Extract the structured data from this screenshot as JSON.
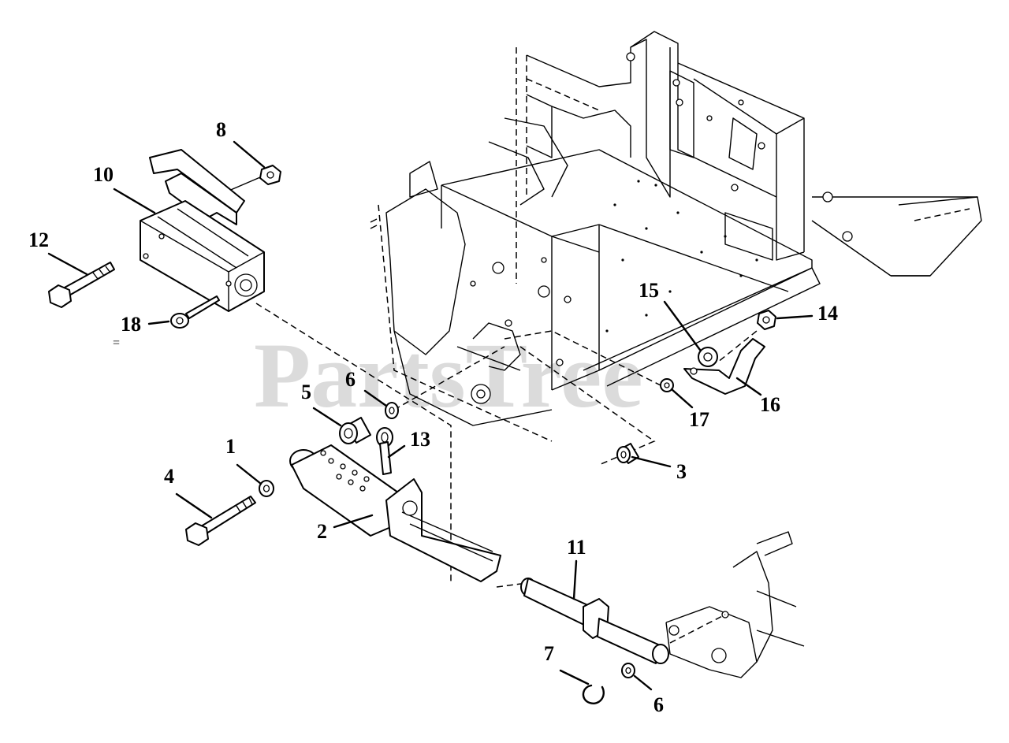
{
  "watermark": "PartsTree",
  "stray_mark": "=",
  "callouts": {
    "c1": "1",
    "c2": "2",
    "c3": "3",
    "c4": "4",
    "c5": "5",
    "c6a": "6",
    "c6b": "6",
    "c7": "7",
    "c8": "8",
    "c10": "10",
    "c11": "11",
    "c12": "12",
    "c13": "13",
    "c14": "14",
    "c15": "15",
    "c16": "16",
    "c17": "17",
    "c18": "18"
  }
}
